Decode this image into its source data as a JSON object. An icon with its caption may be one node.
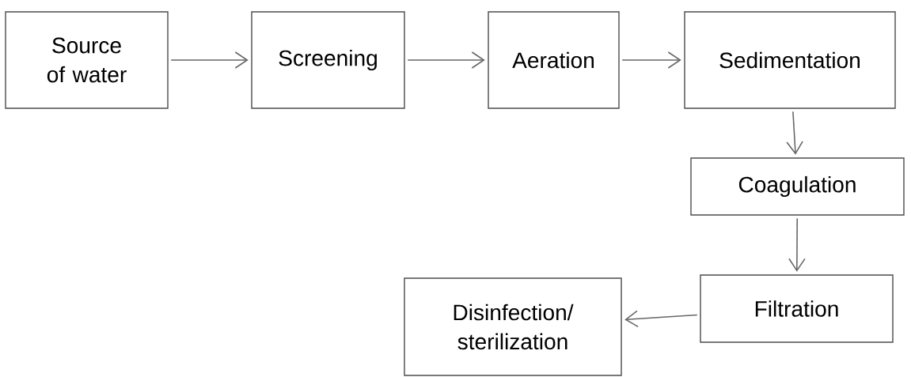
{
  "diagram": {
    "nodes": [
      {
        "text": [
          "Source of water"
        ]
      },
      {
        "text": [
          "Screening"
        ]
      },
      {
        "text": [
          "Aeration"
        ]
      },
      {
        "text": [
          "Sedimentation"
        ]
      },
      {
        "text": [
          "Coagulation"
        ]
      },
      {
        "text": [
          "Filtration"
        ]
      },
      {
        "text": [
          "Disinfection/ sterilization"
        ]
      }
    ],
    "edges": [
      {
        "from": 0,
        "to": 1,
        "arrow": "to"
      },
      {
        "from": 1,
        "to": 2,
        "arrow": "to"
      },
      {
        "from": 2,
        "to": 3,
        "arrow": "to"
      },
      {
        "from": 3,
        "to": 4,
        "arrow": "to"
      },
      {
        "from": 4,
        "to": 5,
        "arrow": "to"
      },
      {
        "from": 5,
        "to": 6,
        "arrow": "to"
      }
    ]
  }
}
